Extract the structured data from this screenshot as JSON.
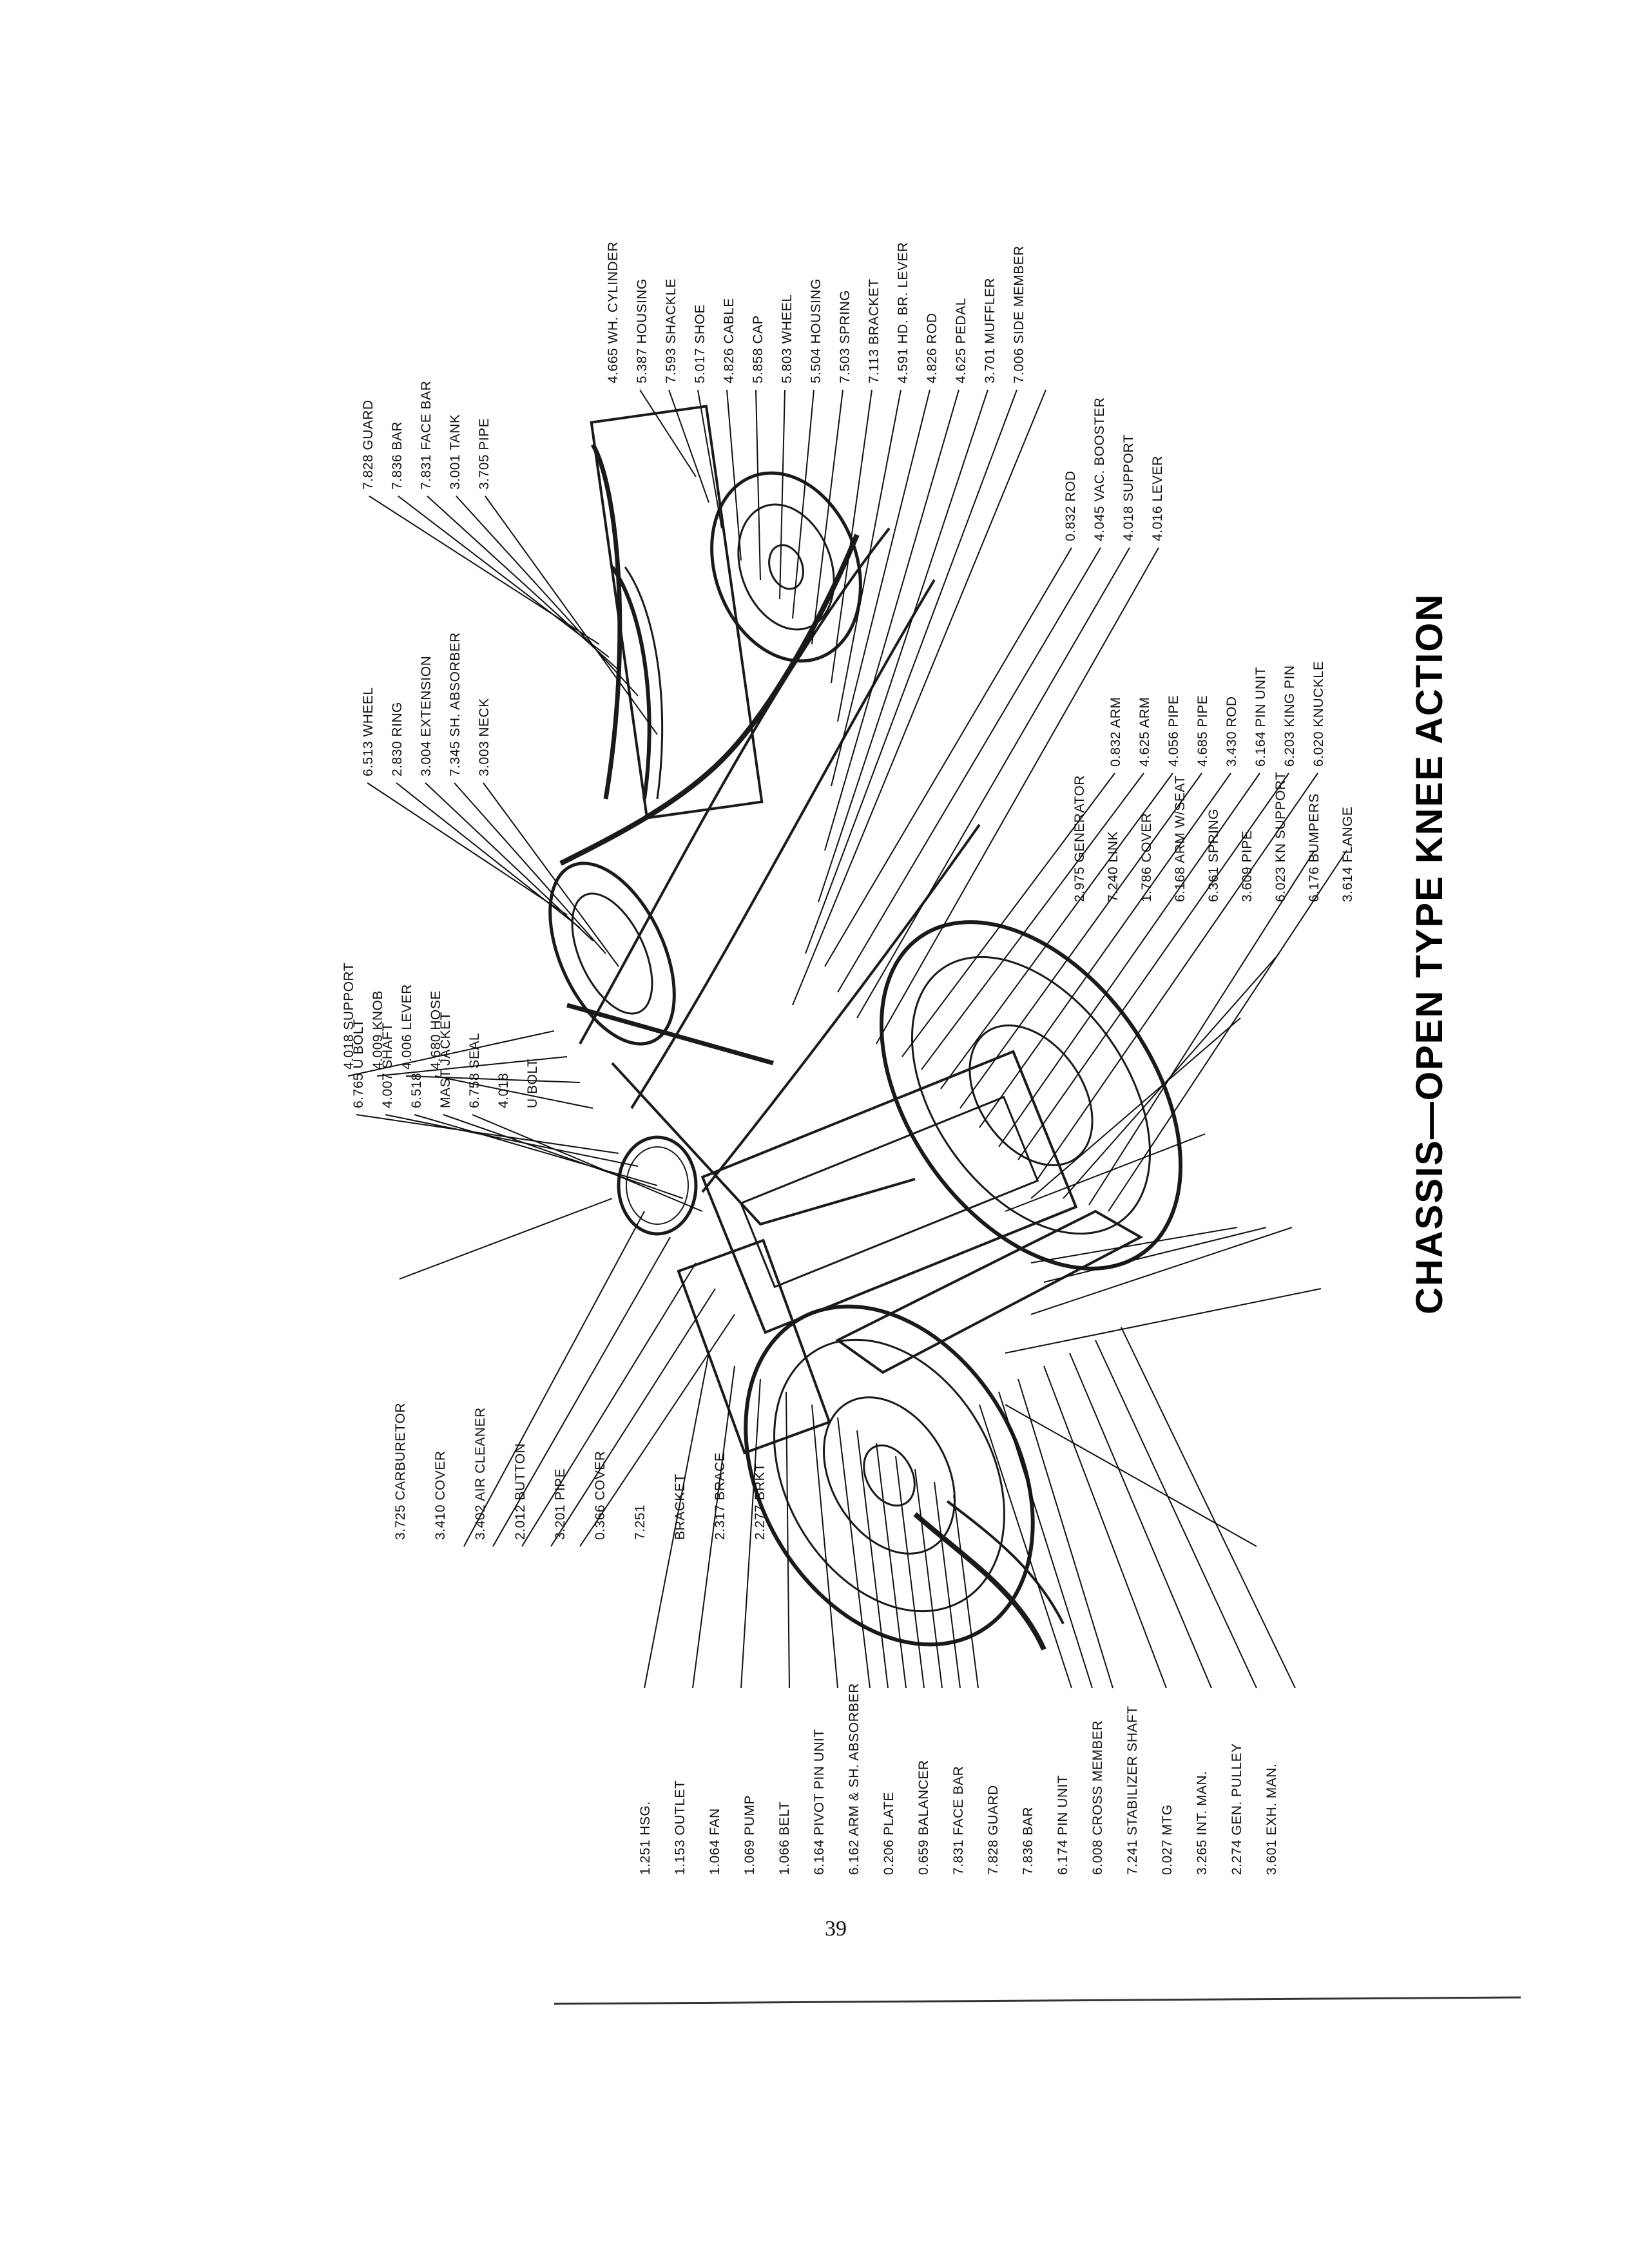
{
  "title": "CHASSIS—OPEN TYPE KNEE ACTION",
  "page_number": "39",
  "parts": {
    "top_right": [
      "4.665 WH. CYLINDER",
      "5.387 HOUSING",
      "7.593 SHACKLE",
      "5.017 SHOE",
      "4.826 CABLE",
      "5.858 CAP",
      "5.803 WHEEL",
      "5.504 HOUSING",
      "7.503 SPRING",
      "7.113 BRACKET",
      "4.591 HD. BR. LEVER",
      "4.826 ROD",
      "4.625 PEDAL",
      "3.701 MUFFLER",
      "7.006 SIDE MEMBER"
    ],
    "top_middle": [
      "7.828 GUARD",
      "7.836 BAR",
      "7.831 FACE BAR",
      "3.001 TANK",
      "3.705 PIPE"
    ],
    "right_upper": [
      "0.832 ROD",
      "4.045 VAC. BOOSTER",
      "4.018 SUPPORT",
      "4.016 LEVER"
    ],
    "middle_upper": [
      "6.513 WHEEL",
      "2.830 RING",
      "3.004 EXTENSION",
      "7.345 SH. ABSORBER",
      "3.003 NECK"
    ],
    "right_middle": [
      "0.832 ARM",
      "4.625 ARM",
      "4.056 PIPE",
      "4.685 PIPE",
      "3.430 ROD",
      "6.164 PIN UNIT",
      "6.203 KING PIN",
      "6.020 KNUCKLE"
    ],
    "middle_left": [
      "4.018 SUPPORT",
      "4.009 KNOB",
      "4.006 LEVER",
      "4.680 HOSE"
    ],
    "center_lower": [
      "6.765 U BOLT",
      "4.007 SHAFT",
      "6.518",
      "MAST JACKET",
      "6.758 SEAL",
      "4.018",
      "U BOLT"
    ],
    "center_right": [
      "3.614 FLANGE",
      "6.176 BUMPERS",
      "6.023 KN SUPPORT",
      "3.609 PIPE",
      "6.361 SPRING",
      "6.168 ARM W/SEAT",
      "1.786 COVER",
      "7.240 LINK",
      "2.975 GENERATOR"
    ],
    "left_middle": [
      "3.725 CARBURETOR",
      "3.410 COVER",
      "3.402 AIR CLEANER",
      "2.012 BUTTON",
      "3.201 PIPE",
      "0.366 COVER",
      "7.251",
      "BRACKET",
      "2.317 BRACE",
      "2.277 BRKT"
    ],
    "bottom_row": [
      "1.251 HSG.",
      "1.153 OUTLET",
      "1.064 FAN",
      "1.069 PUMP",
      "1.066 BELT",
      "6.164 PIVOT PIN UNIT",
      "6.162 ARM & SH. ABSORBER",
      "0.206 PLATE",
      "0.659 BALANCER",
      "7.831 FACE BAR",
      "7.828 GUARD",
      "7.836 BAR",
      "6.174 PIN UNIT",
      "6.008 CROSS MEMBER",
      "7.241 STABILIZER SHAFT",
      "0.027 MTG",
      "3.265 INT. MAN.",
      "2.274 GEN. PULLEY",
      "3.601 EXH. MAN."
    ]
  }
}
